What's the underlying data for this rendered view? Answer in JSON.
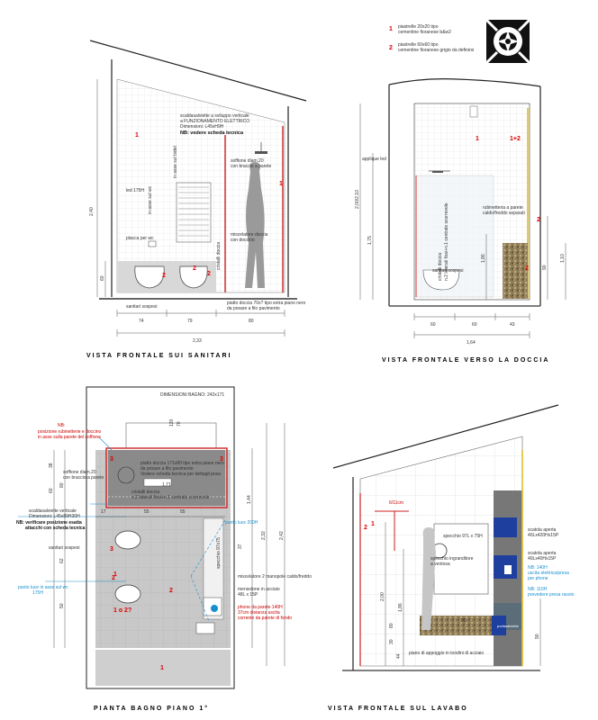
{
  "captions": {
    "p1": "VISTA FRONTALE SUI SANITARI",
    "p2": "VISTA FRONTALE VERSO LA DOCCIA",
    "p3": "PIANTA BAGNO PIANO 1°",
    "p4": "VISTA FRONTALE SUL LAVABO"
  },
  "legend": {
    "n1": "1",
    "l1a": "piastrelle 20x20 tipo",
    "l1b": "cementine fioranese b&w2",
    "n2": "2",
    "l2a": "piastrelle 60x60 tipo",
    "l2b": "cementine fioranese grigio da definirsi"
  },
  "p1": {
    "scald1": "scaldasalviette a sviluppo verticale",
    "scald2": "a FUNZIONAMENTO ELETTRICO",
    "scald3": "Dimensioni: L45xH9H",
    "nb": "NB: vedere scheda tecnica",
    "led": "led 175H",
    "asse_wc": "in asse sul wc",
    "asse_bidet": "in asse sul bidet",
    "placca": "placca per wc",
    "soffione": "soffione diam.20",
    "braccio": "con braccio a parete",
    "misc1": "miscelatore doccia",
    "misc2": "con doccino",
    "cristalli": "cristalli doccia",
    "sanitari": "sanitari sospesi",
    "piatto1": "piatto doccia 70x? tipo extra piano nero",
    "piatto2": "da posare a filo pavimento",
    "dim_h": "2,40",
    "dim_60": "60",
    "d74": "74",
    "d79": "79",
    "d80": "80",
    "d233": "2,33",
    "n1a": "1",
    "n1b": "1",
    "n2a": "2",
    "n2b": "2",
    "n2c": "2"
  },
  "p2": {
    "applique": "applique led",
    "rub1": "rubinetteria a parete",
    "rub2": "caldo/freddo separati",
    "cristalli1": "cristalli doccia",
    "cristalli2": "n.2 laterali fissi+n.1 centrale scorrevole",
    "sanitari": "sanitari sospesi",
    "d175": "1,75",
    "d186": "1,86",
    "d90": "90",
    "d110": "1,10",
    "dh": "2,00/2,10",
    "d60a": "60",
    "d60b": "60",
    "d43": "43",
    "d164": "1,64",
    "n1": "1",
    "n12": "1+2",
    "n2a": "2",
    "n2b": "2"
  },
  "p3": {
    "dimensioni": "DIMENSIONI BAGNO: 242x171",
    "nb1": "NB:",
    "nb2": "posizione rubinetterie e doccino",
    "nb3": "in asse sulla parete del soffione",
    "soffione": "soffione diam.20",
    "braccio": "con braccio a parete",
    "piatto1": "piatto doccia 171x80 tipo extra piano nero",
    "piatto2": "da posare a filo pavimento",
    "piatto3": "Vedere scheda tecnica per dettagli posa",
    "cristalli1": "cristalli doccia",
    "cristalli2": "n.2 laterali fissi+n.1 centrale scorrevole",
    "d171": "1,71",
    "scald1": "scaldasalviette verticale",
    "scald2": "Dimensioni: L45x89H30H",
    "nbv1": "NB: verificare posizione esatta",
    "nbv2": "attacchi con scheda tecnica",
    "sanitari": "sanitari sospesi",
    "luce1": "punto luce 200H",
    "luce2": "punto luce in asse sul wc",
    "luce3": "175H",
    "spec": "specchio 97x75",
    "misc": "miscelatore 2 manopole caldo/freddo",
    "mens1": "mensolone in acciaio",
    "mens2": "48L x 15P",
    "phone1": "phone da parete 140H",
    "phone2": "37cm distanza uscita",
    "phone3": "corrente da parete di fondo",
    "q": "1 o 2?",
    "d144": "1,44",
    "d242": "2,42",
    "d232": "2,32",
    "d37": "37",
    "d120": "120",
    "d70": "70",
    "d38": "38",
    "d60": "60",
    "d80": "80",
    "d62": "62",
    "d50": "50",
    "d17": "17",
    "d55a": "55",
    "d55b": "55",
    "n3a": "3",
    "n3b": "3",
    "n3c": "3",
    "n2a": "2",
    "n2b": "2",
    "n1a": "1",
    "n1b": "1"
  },
  "p4": {
    "d61": "6/11cm",
    "specchio": "specchio 97L x 75H",
    "ingr1": "specchio ingranditore",
    "ingr2": "a ventosa",
    "scatola1": "scatola aperta",
    "scatola1b": "40Lx420Hx15P",
    "scatola2": "scatola aperta",
    "scatola2b": "40Lx40Hx15P",
    "nb1": "NB: 140H",
    "nb2": "uscita elettrica/presa",
    "nb3": "per phone",
    "nb4": "NB: 110H",
    "nb5": "prevedere presa rasoio",
    "piano": "piano di appoggio in tondini di acciaio",
    "portasalviette": "portasalviette",
    "d200": "2,00",
    "d186": "1,86",
    "d80": "80",
    "d30": "30",
    "d44": "44",
    "d90": "90",
    "d55": "55",
    "n1": "1",
    "n2": "2"
  }
}
